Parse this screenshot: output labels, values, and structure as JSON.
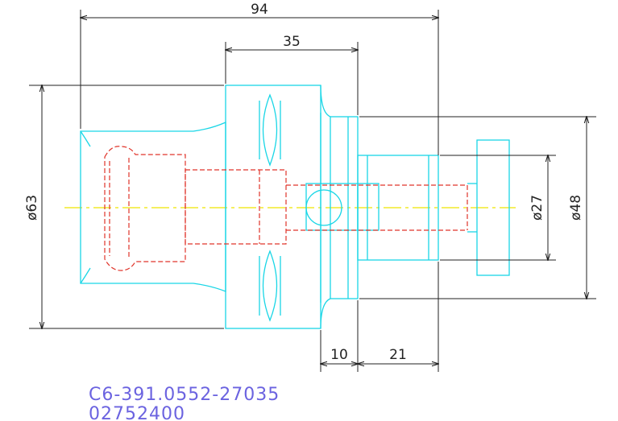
{
  "drawing": {
    "dimensions": {
      "overall_length": "94",
      "flange_length": "35",
      "diameter_large": "ø63",
      "diameter_small": "ø27",
      "diameter_medium": "ø48",
      "collar_length": "10",
      "shank_length": "21"
    },
    "part_code": "C6-391.0552-27035",
    "part_number": "02752400",
    "colors": {
      "outline": "#19d6e6",
      "hidden": "#e0342a",
      "center": "#f2ea2a",
      "dimension": "#222222",
      "code": "#6b63e0"
    }
  }
}
